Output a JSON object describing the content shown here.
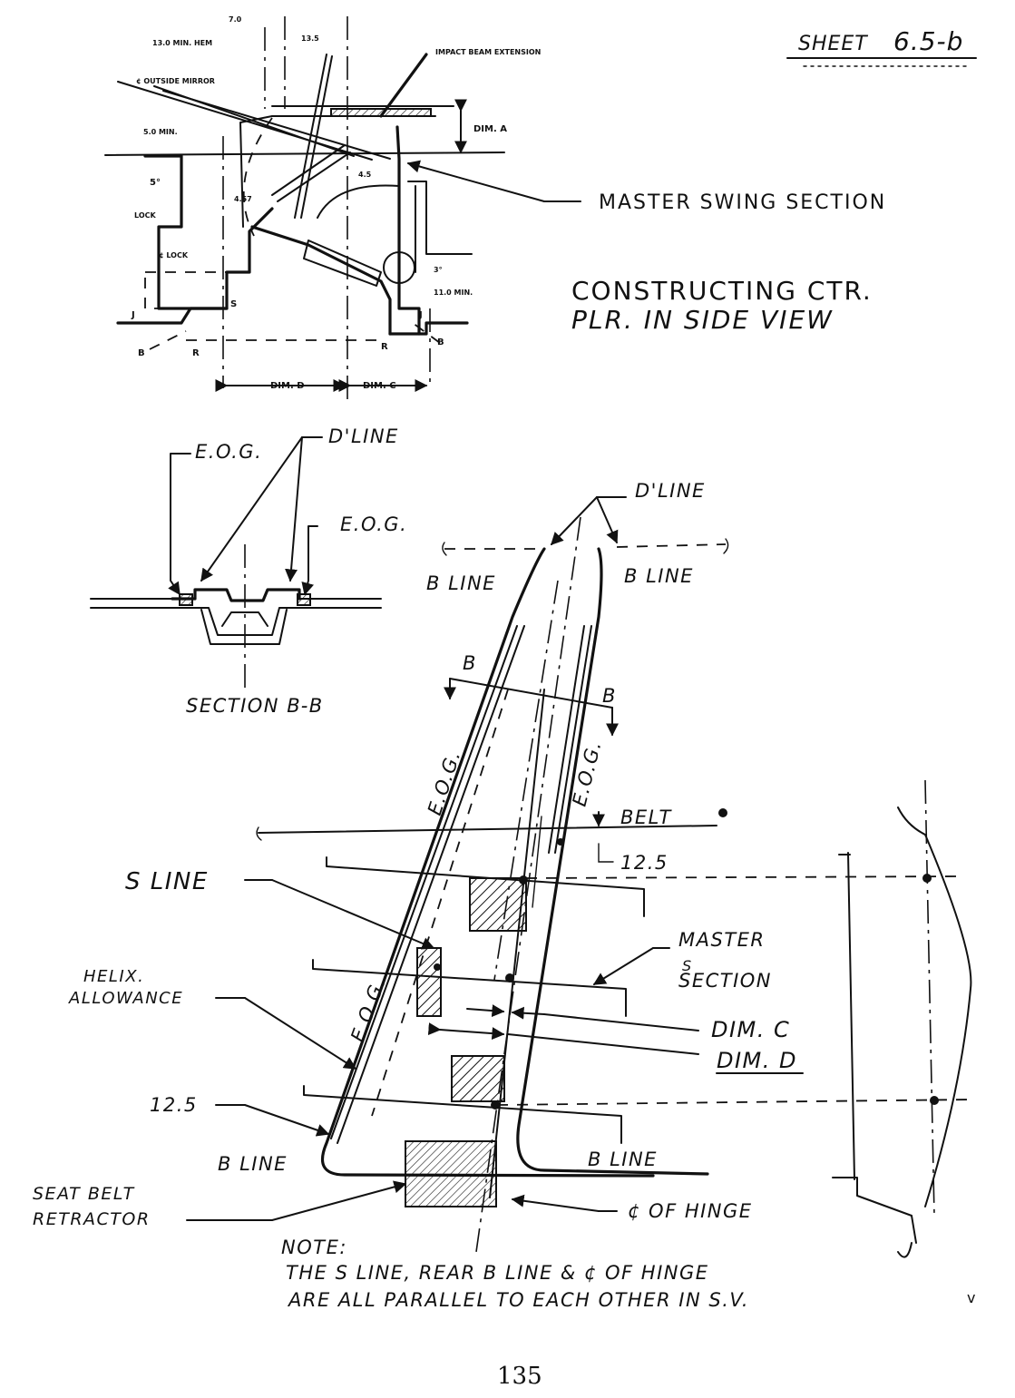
{
  "sheet": {
    "label": "SHEET",
    "number": "6.5-b"
  },
  "page_number": "135",
  "top_view": {
    "title_line1": "CONSTRUCTING CTR.",
    "title_line2": "PLR. IN SIDE VIEW",
    "master_swing_section": "MASTER SWING SECTION",
    "small_labels": {
      "d70": "7.0",
      "d13": "13.0 MIN. HEM",
      "d135": "13.5",
      "impact": "IMPACT BEAM EXTENSION",
      "dima": "DIM. A",
      "s50": "5.0 MIN.",
      "s5": "5°",
      "lock": "LOCK",
      "lockcl": "¢ LOCK",
      "mirror": "¢ OUTSIDE MIRROR",
      "d11": "11.0 MIN.",
      "d3": "3°",
      "d45": "4.5",
      "d457": "4.57",
      "j": "J",
      "s": "S",
      "b": "B",
      "r": "R",
      "dimd": "DIM. D",
      "dimc": "DIM. C"
    }
  },
  "section_bb": {
    "title": "SECTION B-B",
    "eog": "E.O.G.",
    "dline": "D'LINE"
  },
  "side_view": {
    "dline": "D'LINE",
    "bline": "B LINE",
    "section_mark": "B",
    "eog": "E.O.G.",
    "belt": "BELT",
    "d125": "12.5",
    "s_line": "S LINE",
    "master_s_1": "MASTER",
    "master_s_2": "S",
    "master_s_3": "SECTION",
    "helix_1": "HELIX.",
    "helix_2": "ALLOWANCE",
    "dim_c": "DIM. C",
    "dim_d": "DIM. D",
    "seat_belt_1": "SEAT BELT",
    "seat_belt_2": "RETRACTOR",
    "cl_hinge": "¢ OF HINGE"
  },
  "note": {
    "heading": "NOTE:",
    "line1": "THE S LINE, REAR B LINE & ¢ OF HINGE",
    "line2": "ARE ALL PARALLEL TO EACH OTHER IN S.V."
  },
  "margin_mark": "v"
}
